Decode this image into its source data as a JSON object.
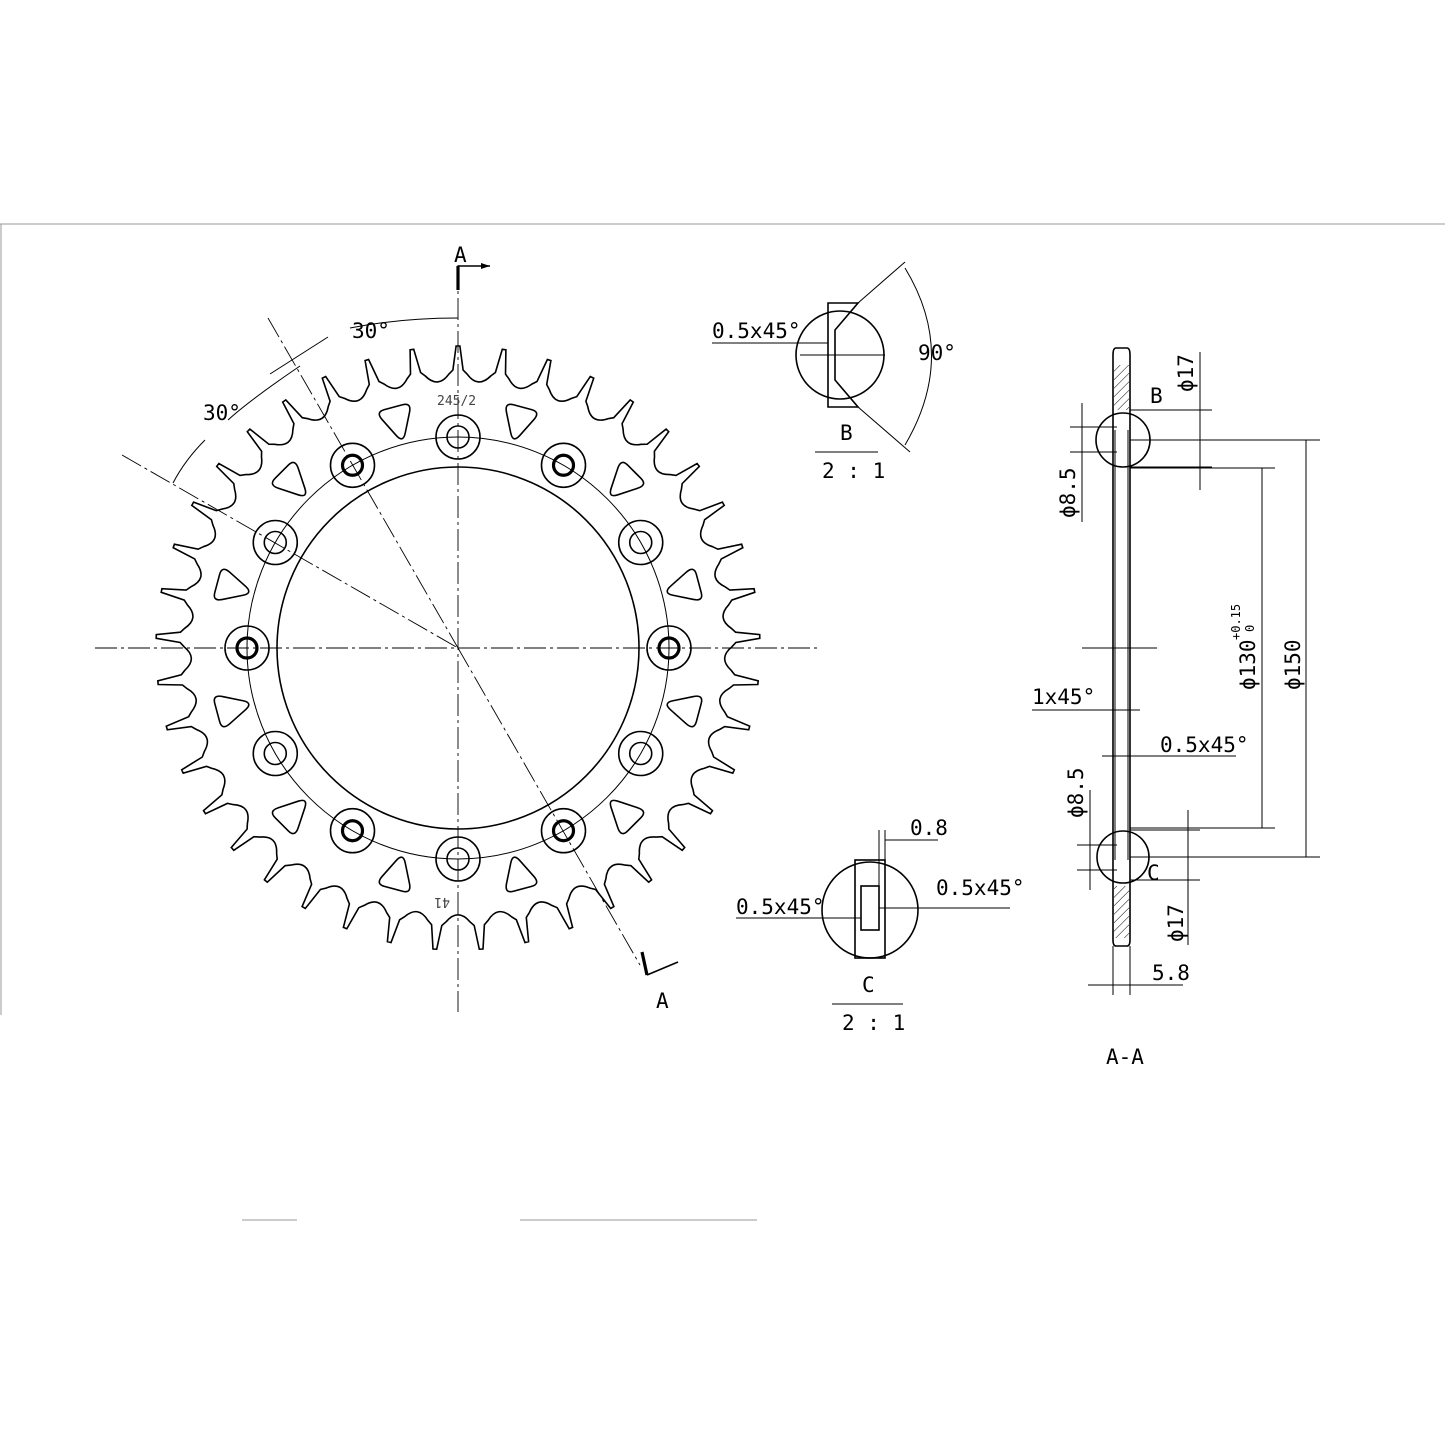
{
  "drawing": {
    "section_marker": "A",
    "angle_1": "30°",
    "angle_2": "30°",
    "pitch_label": "245/2",
    "tooth_count_label": "41",
    "detail_b": {
      "chamfer": "0.5x45°",
      "angle": "90°",
      "name": "B",
      "scale": "2 : 1"
    },
    "detail_c": {
      "thickness": "0.8",
      "chamfer_left": "0.5x45°",
      "chamfer_right": "0.5x45°",
      "name": "C",
      "scale": "2 : 1"
    },
    "section_aa": {
      "hole_top": "ϕ8.5",
      "hole_bottom": "ϕ8.5",
      "counterbore_top": "ϕ17",
      "counterbore_bottom": "ϕ17",
      "bore": "ϕ130",
      "bore_tol_upper": "+0.15",
      "bore_tol_lower": "0",
      "bolt_circle": "ϕ150",
      "chamfer_1": "1x45°",
      "chamfer_2": "0.5x45°",
      "thickness": "5.8",
      "detail_b_ref": "B",
      "detail_c_ref": "C",
      "title": "A-A"
    }
  }
}
